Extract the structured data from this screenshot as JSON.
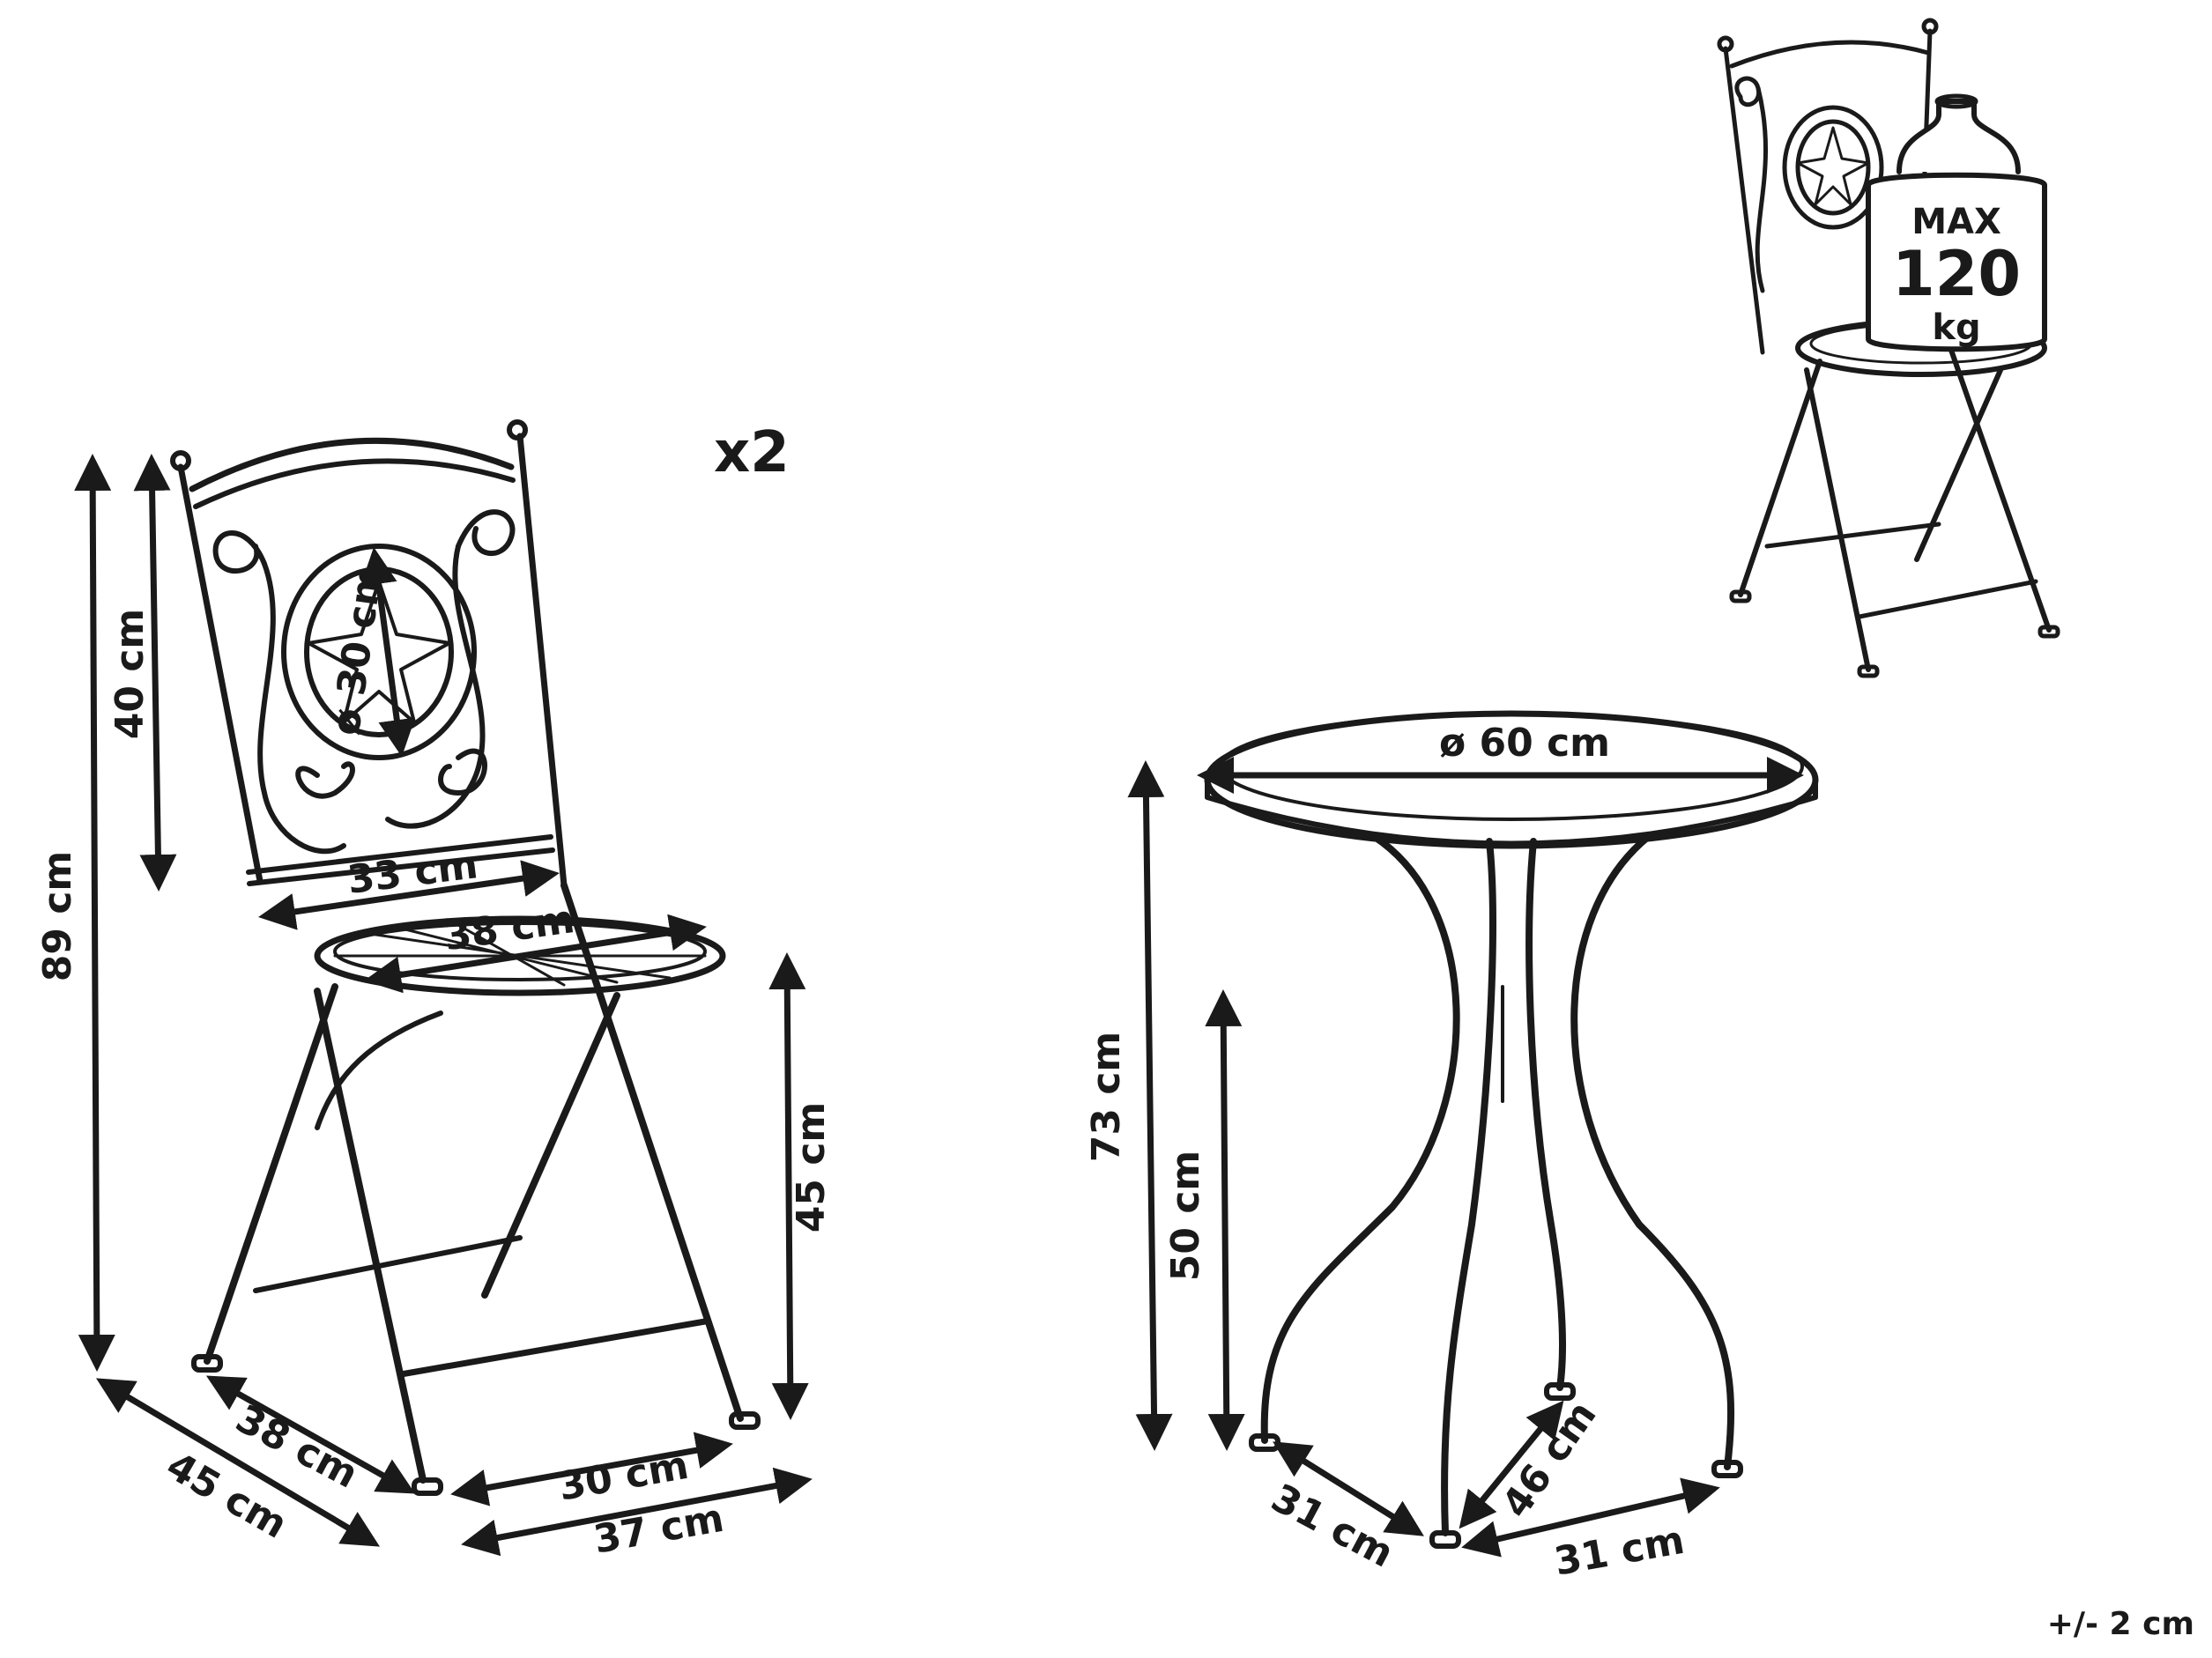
{
  "quantity_label": "x2",
  "load_badge": {
    "line1": "MAX",
    "line2": "120",
    "line3": "kg"
  },
  "chair_dimensions": {
    "total_height": "89 cm",
    "backrest_height": "40 cm",
    "mosaic_diameter": "ø 30 cm",
    "backrest_width": "33 cm",
    "seat_diameter": "38 cm",
    "seat_height": "45 cm",
    "foot_depth": "38 cm",
    "overall_depth": "45 cm",
    "foot_width": "30 cm",
    "overall_width": "37 cm"
  },
  "table_dimensions": {
    "top_diameter": "ø 60 cm",
    "total_height": "73 cm",
    "leg_height": "50 cm",
    "base_left": "31 cm",
    "base_diagonal": "46 cm",
    "base_right": "31 cm"
  },
  "tolerance": "+/- 2 cm",
  "colors": {
    "line": "#1a1a1a",
    "background": "#ffffff"
  }
}
